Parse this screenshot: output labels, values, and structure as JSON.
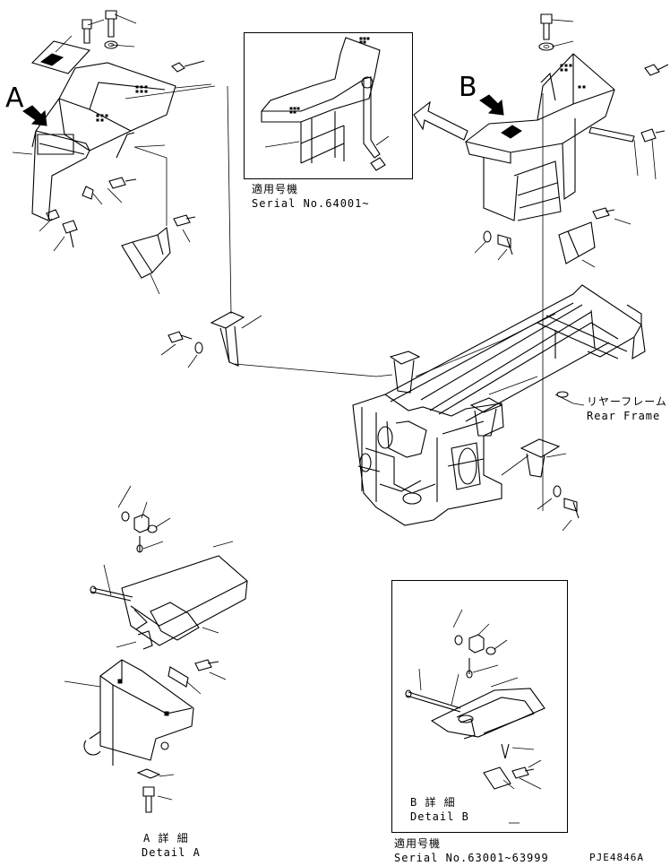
{
  "callouts": {
    "view_a": "A",
    "view_b": "B"
  },
  "inset_top": {
    "applicable_jp": "適用号機",
    "serial": "Serial No.64001~"
  },
  "inset_bottom_right": {
    "detail_jp": "B 詳 細",
    "detail_en": "Detail B",
    "applicable_jp": "適用号機",
    "serial": "Serial No.63001~63999"
  },
  "detail_a": {
    "detail_jp": "A 詳 細",
    "detail_en": "Detail A"
  },
  "rear_frame": {
    "label_jp": "リヤーフレーム",
    "label_en": "Rear Frame"
  },
  "drawing_code": "PJE4846A"
}
